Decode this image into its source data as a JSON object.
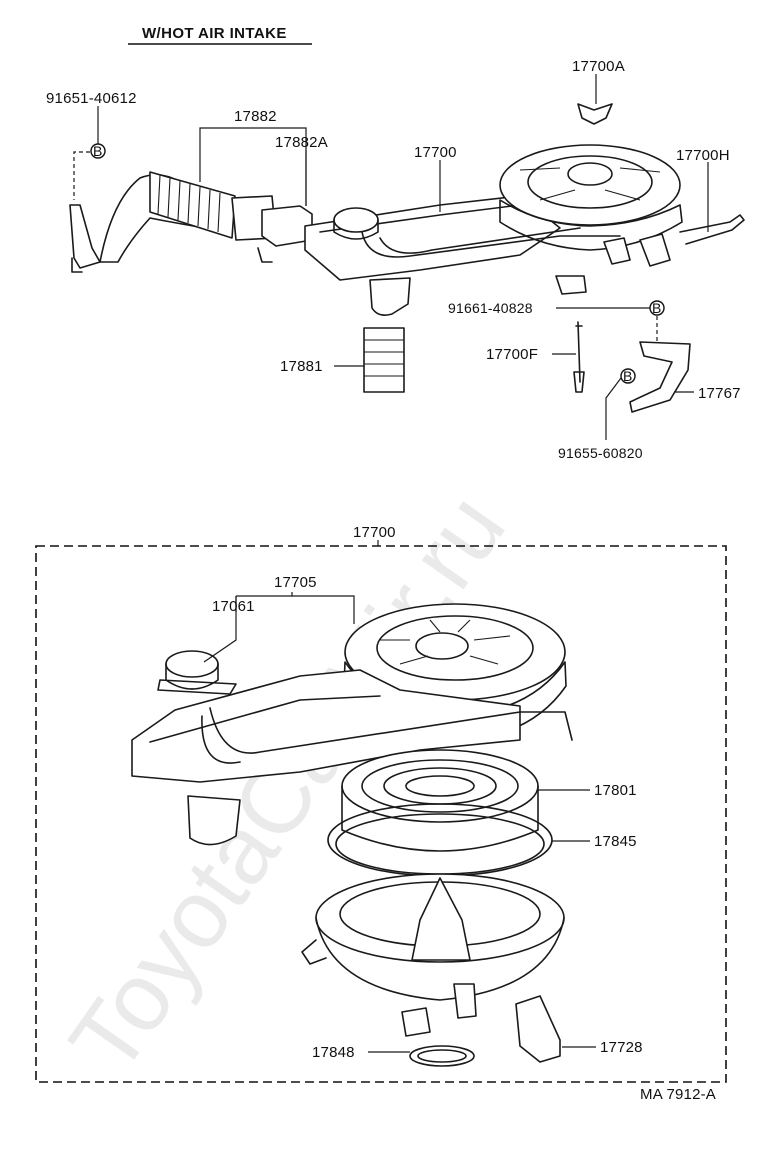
{
  "header": {
    "title": "W/HOT AIR INTAKE"
  },
  "watermark": "ToyotaCarMir.ru",
  "upper_labels": {
    "bolt_a": "91651-40612",
    "hose": "17882",
    "hose_clamp": "17882A",
    "cleaner_assy_top": "17700",
    "wing_nut": "17700A",
    "hose_end": "17700H",
    "bolt_b": "91661-40828",
    "stud": "17700F",
    "connector": "17881",
    "bracket": "17767",
    "bolt_c": "91655-60820",
    "circle_b": "B"
  },
  "lower_labels": {
    "assy": "17700",
    "cap": "17705",
    "motor": "17061",
    "element": "17801",
    "gasket": "17845",
    "valve_gasket": "17848",
    "valve": "17728"
  },
  "footer": {
    "code": "MA 7912-A"
  }
}
